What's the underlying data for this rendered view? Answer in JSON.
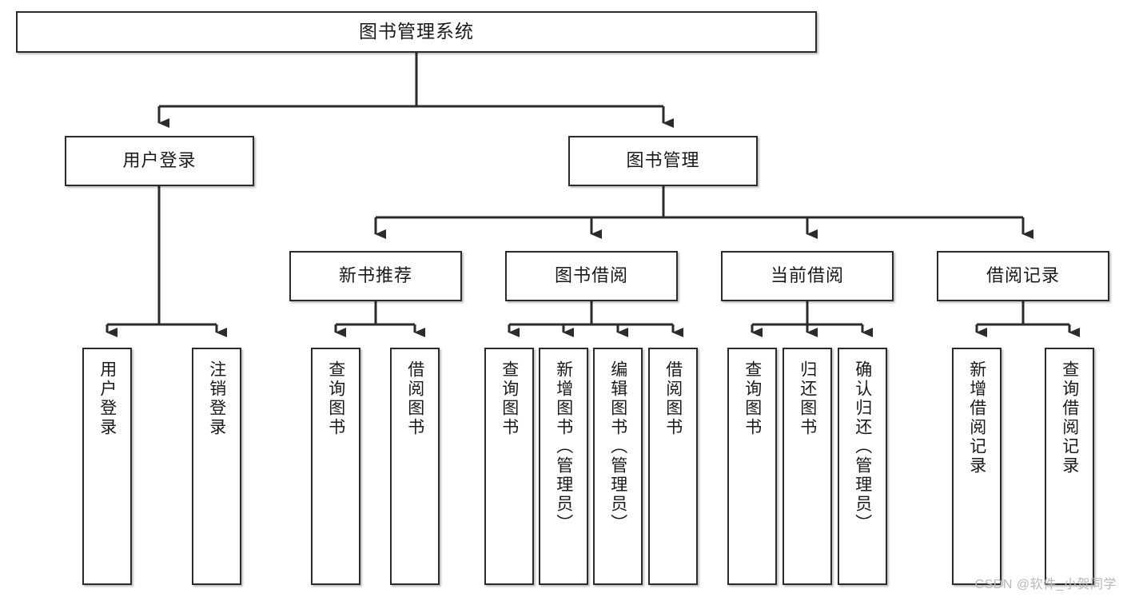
{
  "diagram": {
    "title": "图书管理系统",
    "type": "tree",
    "background_color": "#ffffff",
    "line_color": "#2b2b2b",
    "box_fill": "#ffffff"
  },
  "nodes": {
    "root": {
      "label": "图书管理系统"
    },
    "level2": [
      {
        "id": "user-login",
        "label": "用户登录"
      },
      {
        "id": "book-manage",
        "label": "图书管理"
      }
    ],
    "level3": [
      {
        "id": "new-book-recommend",
        "label": "新书推荐"
      },
      {
        "id": "book-borrow",
        "label": "图书借阅"
      },
      {
        "id": "current-borrow",
        "label": "当前借阅"
      },
      {
        "id": "borrow-record",
        "label": "借阅记录"
      }
    ],
    "leaves": {
      "user_login": [
        {
          "id": "leaf-user-login",
          "label": "用户登录"
        },
        {
          "id": "leaf-user-logout",
          "label": "注销登录"
        }
      ],
      "new_book_recommend": [
        {
          "id": "leaf-query-book-1",
          "label": "查询图书"
        },
        {
          "id": "leaf-borrow-book-1",
          "label": "借阅图书"
        }
      ],
      "book_borrow": [
        {
          "id": "leaf-query-book-2",
          "label": "查询图书"
        },
        {
          "id": "leaf-add-book",
          "label": "新增图书（管理员）"
        },
        {
          "id": "leaf-edit-book",
          "label": "编辑图书（管理员）"
        },
        {
          "id": "leaf-borrow-book-2",
          "label": "借阅图书"
        }
      ],
      "current_borrow": [
        {
          "id": "leaf-query-book-3",
          "label": "查询图书"
        },
        {
          "id": "leaf-return-book",
          "label": "归还图书"
        },
        {
          "id": "leaf-confirm-return",
          "label": "确认归还（管理员）"
        }
      ],
      "borrow_record": [
        {
          "id": "leaf-add-record",
          "label": "新增借阅记录"
        },
        {
          "id": "leaf-query-record",
          "label": "查询借阅记录"
        }
      ]
    }
  },
  "watermark": {
    "text": "CSDN @软件_小贺同学"
  }
}
